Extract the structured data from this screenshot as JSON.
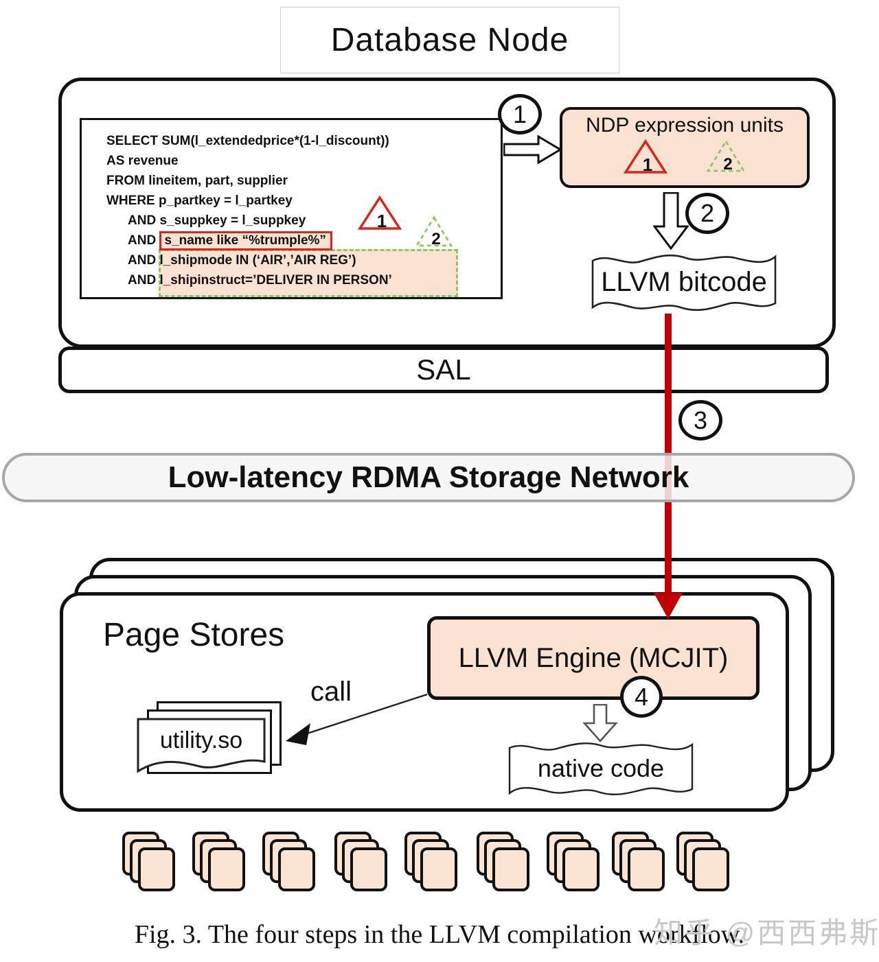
{
  "colors": {
    "accent_red": "#c00000",
    "peach_fill": "#f9e2d1",
    "green_dashed": "#8fc468",
    "red_outline": "#d4281c",
    "band_border_gray": "#a8a8a8"
  },
  "header": {
    "title": "Database Node"
  },
  "database_node": {
    "sql": {
      "lines": [
        {
          "prefix": "",
          "text": "SELECT SUM(l_extendedprice*(1-l_discount))"
        },
        {
          "prefix": "",
          "text": "AS revenue"
        },
        {
          "prefix": "",
          "text": "FROM lineitem, part, supplier"
        },
        {
          "prefix": "",
          "text": "WHERE p_partkey = l_partkey"
        },
        {
          "prefix": "AND ",
          "text": "s_suppkey = l_suppkey"
        },
        {
          "prefix": "AND ",
          "text": "s_name like “%trumple%”"
        },
        {
          "prefix": "AND ",
          "text": "l_shipmode IN (‘AIR’,’AIR REG’)"
        },
        {
          "prefix": "AND ",
          "text": "l_shipinstruct=’DELIVER IN PERSON’"
        }
      ],
      "marker1": "1",
      "marker2": "2"
    },
    "ndp": {
      "label": "NDP expression units",
      "marker1": "1",
      "marker2": "2"
    },
    "bitcode_label": "LLVM bitcode",
    "sal_label": "SAL"
  },
  "steps": {
    "step1": "1",
    "step2": "2",
    "step3": "3",
    "step4": "4"
  },
  "network": {
    "label": "Low-latency RDMA Storage Network"
  },
  "page_stores": {
    "title": "Page Stores",
    "engine_label": "LLVM Engine (MCJIT)",
    "call_label": "call",
    "utility_label": "utility.so",
    "native_label": "native code",
    "cluster_count": 9
  },
  "caption": "Fig. 3.   The four steps in the LLVM compilation workflow.",
  "watermark": "知乎 @西西弗斯"
}
